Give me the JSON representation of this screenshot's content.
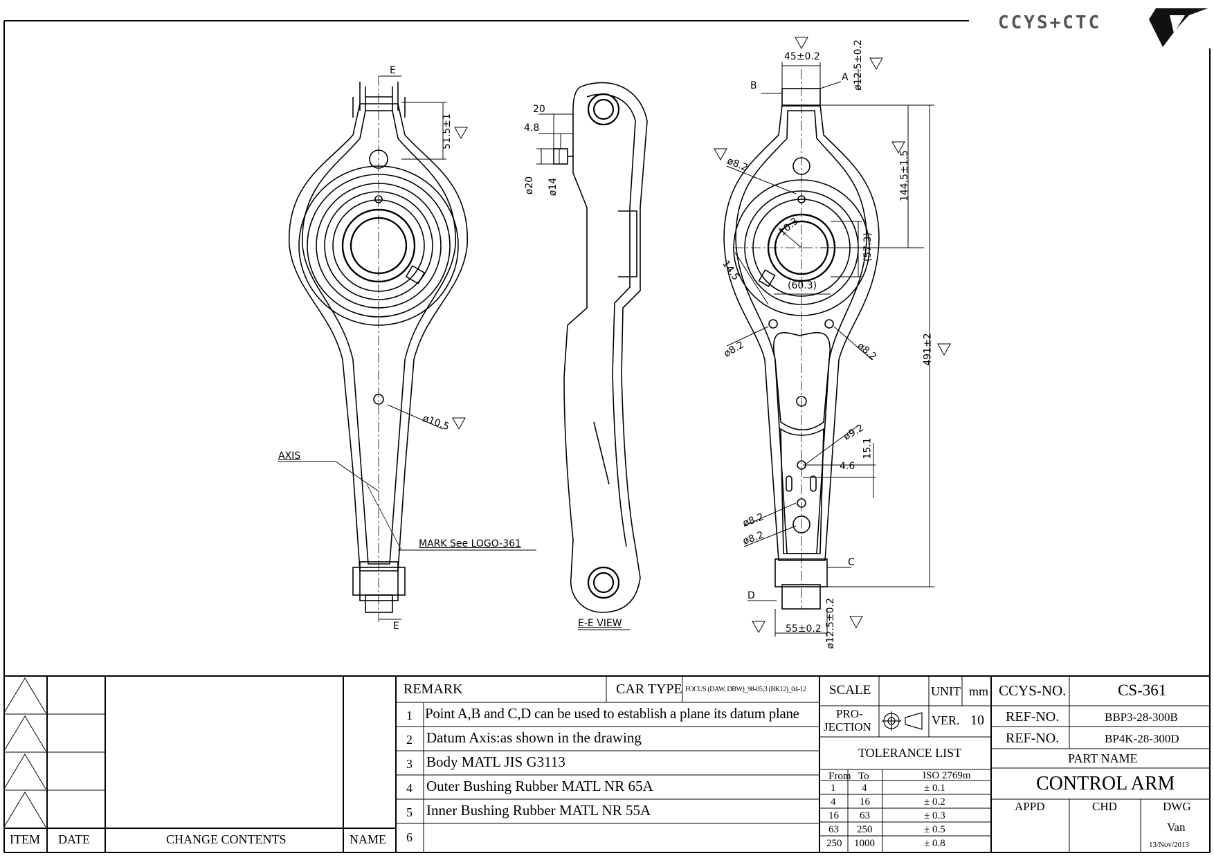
{
  "logo": {
    "text": "CCYS+CTC"
  },
  "labels": {
    "e_top": "E",
    "e_bottom": "E",
    "dim_51_5": "51.5±1",
    "axis": "AXIS",
    "mark": "MARK See LOGO-361",
    "d10_5": "ø10.5",
    "d20_top": "20",
    "d4_8": "4.8",
    "d20_side": "ø20",
    "d14": "ø14",
    "ee_view": "E-E VIEW",
    "d45": "45±0.2",
    "d12_5_top": "ø12.5±0.2",
    "b": "B",
    "a": "A",
    "d144_5": "144.5±1.5",
    "d8_2_a": "ø8.2",
    "d10_3": "10.3",
    "d57_3": "(57.3)",
    "d14_5": "14.5",
    "d60_3": "(60.3)",
    "d8_2_b": "ø8.2",
    "d8_2_c": "ø8.2",
    "d491": "491±2",
    "d9_2": "ø9.2",
    "d15_1": "15.1",
    "d4_6": "4.6",
    "d8_2_d": "ø8.2",
    "d8_2_e": "ø8.2",
    "c": "C",
    "d": "D",
    "d55": "55±0.2",
    "d12_5_bot": "ø12.5±0.2"
  },
  "revision": {
    "headers": {
      "item": "ITEM",
      "date": "DATE",
      "change": "CHANGE CONTENTS",
      "name": "NAME"
    }
  },
  "remarks": {
    "title": "REMARK",
    "car_type_label": "CAR TYPE",
    "car_type_value": "FOCUS (DAW, DBW)_98-05;3 (BK12)_04-12",
    "items": [
      {
        "no": "1",
        "text": "Point A,B and C,D can be used to establish a plane its datum plane"
      },
      {
        "no": "2",
        "text": "Datum Axis:as shown in the drawing"
      },
      {
        "no": "3",
        "text": "Body MATL JIS G3113"
      },
      {
        "no": "4",
        "text": "Outer Bushing Rubber MATL NR 65A"
      },
      {
        "no": "5",
        "text": "Inner Bushing Rubber MATL NR 55A"
      },
      {
        "no": "6",
        "text": ""
      }
    ]
  },
  "spec": {
    "scale_label": "SCALE",
    "scale_value": "",
    "unit_label": "UNIT",
    "unit_value": "mm",
    "projection_label_1": "PRO-",
    "projection_label_2": "JECTION",
    "ver_label": "VER.",
    "ver_value": "10",
    "tolerance_title": "TOLERANCE LIST",
    "tol_headers": {
      "from": "From",
      "to": "To",
      "iso": "ISO 2769m"
    },
    "tolerances": [
      {
        "from": "1",
        "to": "4",
        "tol": "± 0.1"
      },
      {
        "from": "4",
        "to": "16",
        "tol": "± 0.2"
      },
      {
        "from": "16",
        "to": "63",
        "tol": "± 0.3"
      },
      {
        "from": "63",
        "to": "250",
        "tol": "± 0.5"
      },
      {
        "from": "250",
        "to": "1000",
        "tol": "± 0.8"
      }
    ]
  },
  "title_block": {
    "ccys_label": "CCYS-NO.",
    "ccys_value": "CS-361",
    "ref1_label": "REF-NO.",
    "ref1_value": "BBP3-28-300B",
    "ref2_label": "REF-NO.",
    "ref2_value": "BP4K-28-300D",
    "part_name_label": "PART NAME",
    "part_name_value": "CONTROL ARM",
    "appd": "APPD",
    "chd": "CHD",
    "dwg": "DWG",
    "drawer": "Van",
    "date": "13/Nov/2013"
  }
}
